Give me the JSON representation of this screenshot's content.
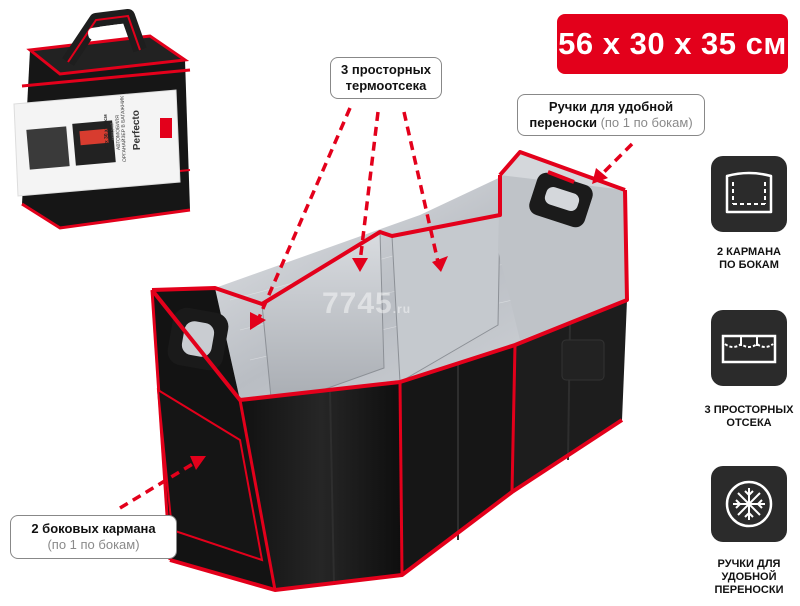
{
  "size_badge": "56 x 30 x 35 см",
  "callouts": {
    "compartments": {
      "line1": "3 просторных",
      "line2": "термоотсека"
    },
    "handles": {
      "line1": "Ручки для удобной",
      "line2_bold": "переноски",
      "line2_light": " (по 1 по бокам)"
    },
    "pockets": {
      "line1": "2 боковых кармана",
      "line2": "(по 1 по бокам)"
    }
  },
  "features": [
    {
      "label_line1": "2 КАРМАНА",
      "label_line2": "ПО БОКАМ",
      "icon": "side-pocket-icon"
    },
    {
      "label_line1": "3 ПРОСТОРНЫХ",
      "label_line2": "ОТСЕКА",
      "icon": "compartments-icon"
    },
    {
      "label_line1": "РУЧКИ ДЛЯ",
      "label_line2": "УДОБНОЙ",
      "label_line3": "ПЕРЕНОСКИ",
      "icon": "snowflake-handle-icon"
    }
  ],
  "package": {
    "brand": "Perfecto",
    "title_line1": "ОРГАНАЙЗЕР В БАГАЖНИК",
    "title_line2": "АВТОМОБИЛЯ",
    "title_line3": "складной",
    "size_tag": "56 x 30 x 35 см"
  },
  "watermark": {
    "main": "7745",
    "suffix": ".ru"
  },
  "colors": {
    "accent": "#e3001b",
    "bag": "#1a1a1a",
    "lining": "#c9ccd1",
    "icon_bg": "#2b2b2b"
  }
}
